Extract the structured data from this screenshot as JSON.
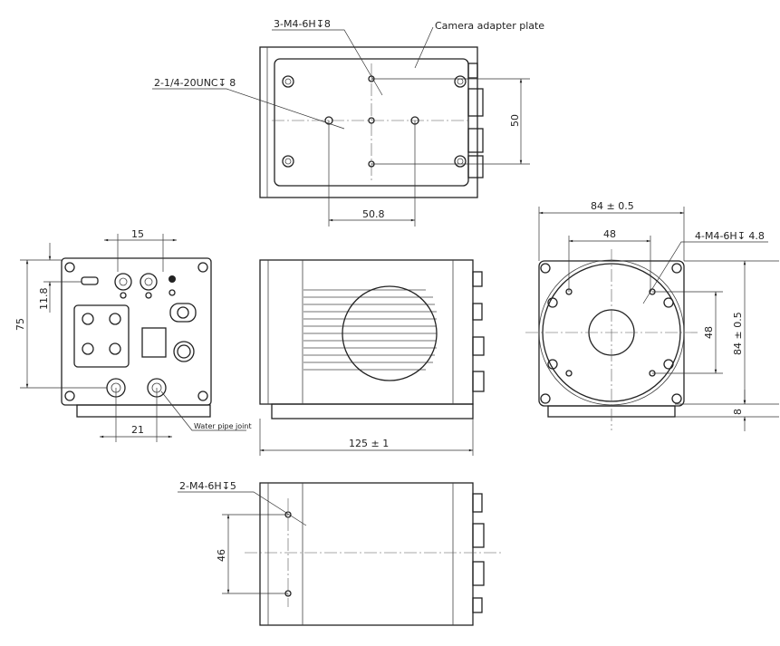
{
  "labels": {
    "top_thread_1": "3-M4-6H↧8",
    "adapter_plate": "Camera adapter plate",
    "top_thread_2": "2-1/4-20UNC↧ 8",
    "front_thread": "4-M4-6H↧ 4.8",
    "bottom_thread": "2-M4-6H↧5",
    "water_pipe": "Water pipe joint"
  },
  "dimensions": {
    "top_height": "50",
    "top_width": "50.8",
    "back_connector_spacing": "15",
    "back_height": "75",
    "back_offset": "11.8",
    "back_pipe_spacing": "21",
    "side_length": "125 ± 1",
    "front_width": "84 ± 0.5",
    "front_hole_h": "48",
    "front_hole_v": "48",
    "front_height": "84 ± 0.5",
    "front_base": "8",
    "bottom_holes": "46"
  }
}
